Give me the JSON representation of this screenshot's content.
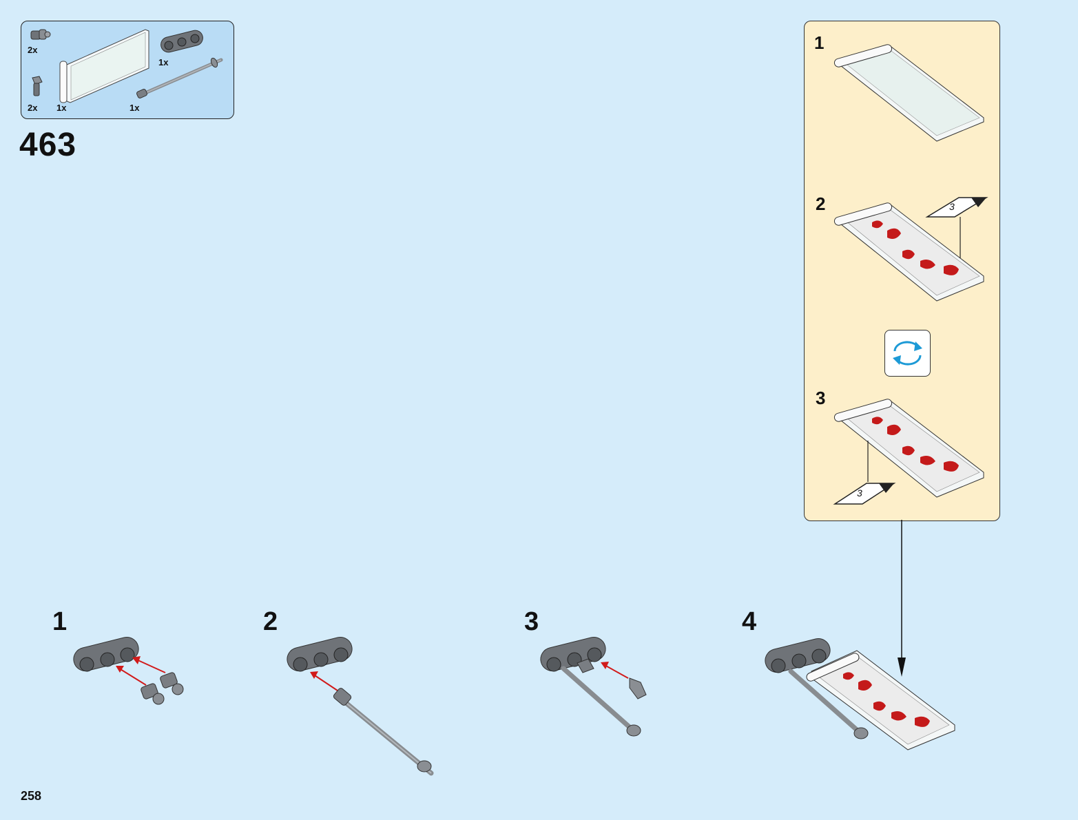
{
  "step": {
    "number": "463"
  },
  "page": {
    "number": "258"
  },
  "parts_list": [
    {
      "item": "pin-connector",
      "qty": "2x"
    },
    {
      "item": "flag-panel",
      "qty": "1x"
    },
    {
      "item": "liftarm-beam-3",
      "qty": "1x"
    },
    {
      "item": "bar-with-stopper",
      "qty": "1x"
    },
    {
      "item": "axle-pin",
      "qty": "2x"
    }
  ],
  "substeps": [
    {
      "label": "1"
    },
    {
      "label": "2"
    },
    {
      "label": "3"
    },
    {
      "label": "4"
    }
  ],
  "callout": {
    "steps": [
      {
        "label": "1"
      },
      {
        "label": "2"
      },
      {
        "label": "3"
      }
    ],
    "sticker_label": "3",
    "rotate_icon": "rotate-icon"
  },
  "colors": {
    "background": "#d5ecfa",
    "parts_box": "#b9dcf5",
    "callout_box": "#fdefca",
    "arrow": "#d11a1a",
    "rotate": "#1d9ad6",
    "sticker_red": "#c41a1a"
  }
}
